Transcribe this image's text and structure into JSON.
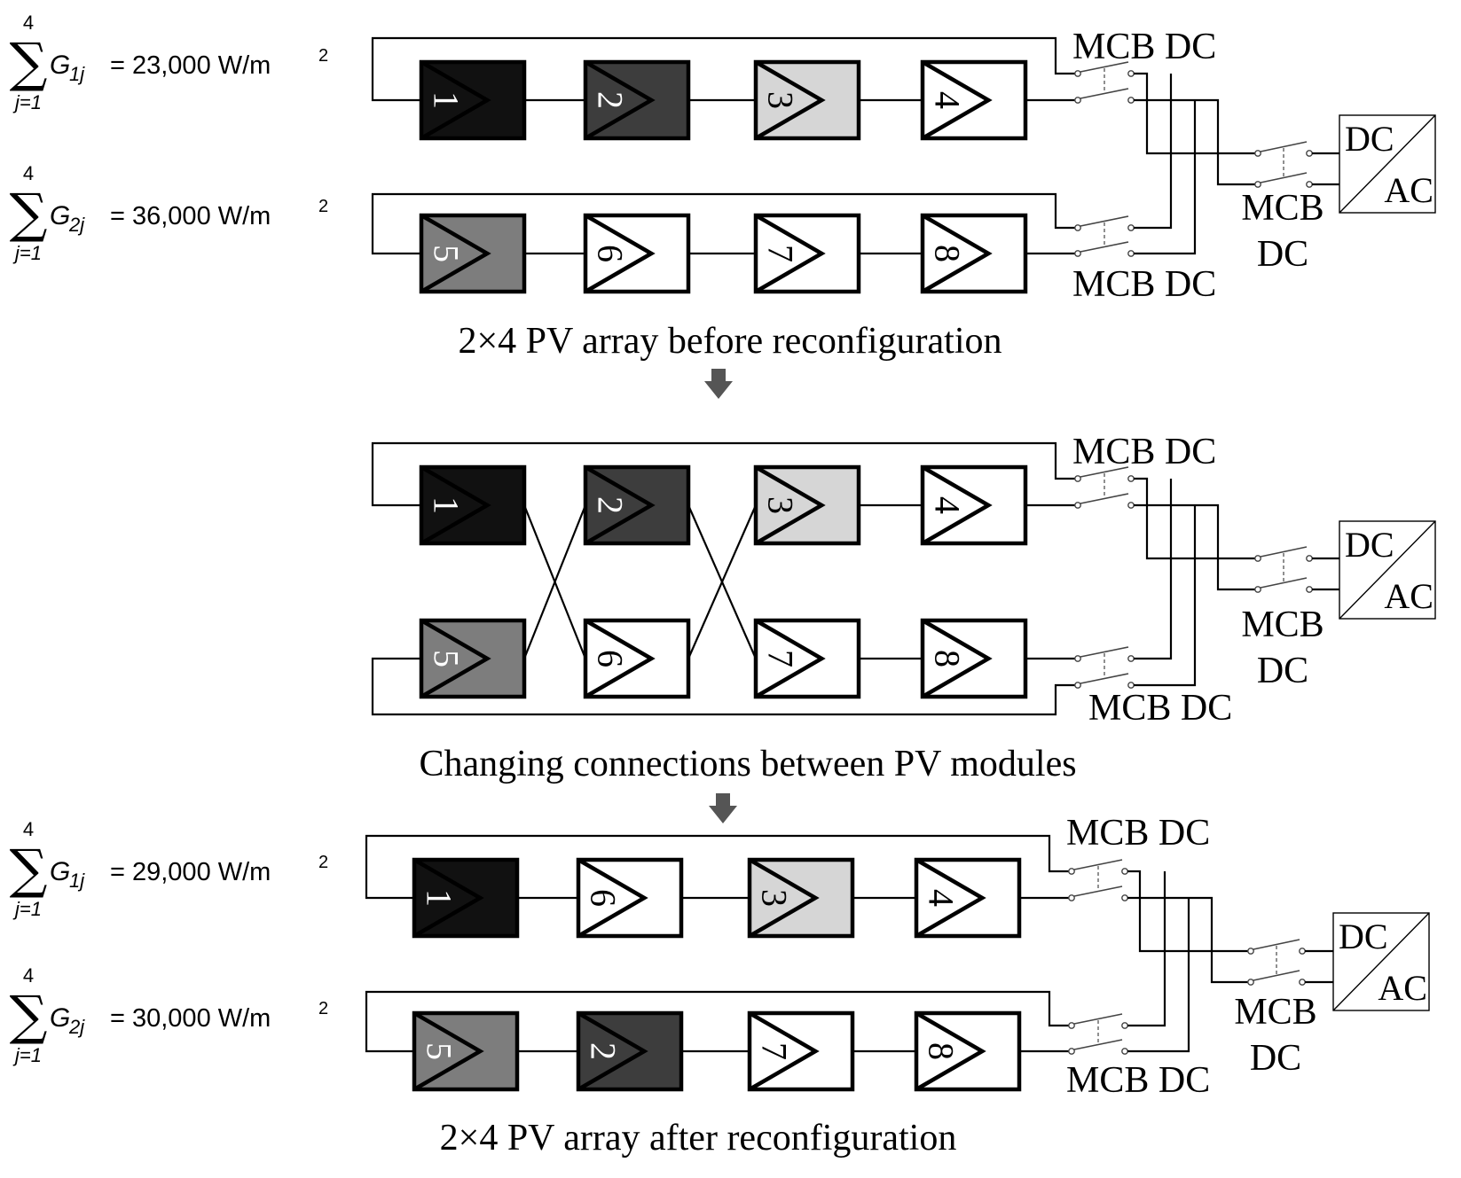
{
  "sections": [
    {
      "caption": "2×4 PV array before reconfiguration",
      "equations": [
        {
          "upper": "4",
          "lower": "j=1",
          "g_sub": "1j",
          "rhs": "= 23,000 W/m",
          "exp": "2"
        },
        {
          "upper": "4",
          "lower": "j=1",
          "g_sub": "2j",
          "rhs": "= 36,000 W/m",
          "exp": "2"
        }
      ],
      "rows": [
        [
          {
            "label": "1",
            "shade": "#111111"
          },
          {
            "label": "2",
            "shade": "#3d3d3d"
          },
          {
            "label": "3",
            "shade": "#d6d6d6"
          },
          {
            "label": "4",
            "shade": "#ffffff"
          }
        ],
        [
          {
            "label": "5",
            "shade": "#7d7d7d"
          },
          {
            "label": "6",
            "shade": "#ffffff"
          },
          {
            "label": "7",
            "shade": "#ffffff"
          },
          {
            "label": "8",
            "shade": "#ffffff"
          }
        ]
      ],
      "breaker_top": "MCB DC",
      "breaker_bottom": "MCB DC",
      "breaker_main": [
        "MCB",
        "DC"
      ],
      "inverter": {
        "top": "DC",
        "bottom": "AC"
      }
    },
    {
      "caption": "Changing connections between PV modules",
      "equations": [],
      "rows": [
        [
          {
            "label": "1",
            "shade": "#111111"
          },
          {
            "label": "2",
            "shade": "#3d3d3d"
          },
          {
            "label": "3",
            "shade": "#d6d6d6"
          },
          {
            "label": "4",
            "shade": "#ffffff"
          }
        ],
        [
          {
            "label": "5",
            "shade": "#7d7d7d"
          },
          {
            "label": "6",
            "shade": "#ffffff"
          },
          {
            "label": "7",
            "shade": "#ffffff"
          },
          {
            "label": "8",
            "shade": "#ffffff"
          }
        ]
      ],
      "breaker_top": "MCB DC",
      "breaker_bottom": "MCB DC",
      "breaker_main": [
        "MCB",
        "DC"
      ],
      "inverter": {
        "top": "DC",
        "bottom": "AC"
      }
    },
    {
      "caption": "2×4 PV array after reconfiguration",
      "equations": [
        {
          "upper": "4",
          "lower": "j=1",
          "g_sub": "1j",
          "rhs": "= 29,000 W/m",
          "exp": "2"
        },
        {
          "upper": "4",
          "lower": "j=1",
          "g_sub": "2j",
          "rhs": "= 30,000 W/m",
          "exp": "2"
        }
      ],
      "rows": [
        [
          {
            "label": "1",
            "shade": "#111111"
          },
          {
            "label": "6",
            "shade": "#ffffff"
          },
          {
            "label": "3",
            "shade": "#d6d6d6"
          },
          {
            "label": "4",
            "shade": "#ffffff"
          }
        ],
        [
          {
            "label": "5",
            "shade": "#7d7d7d"
          },
          {
            "label": "2",
            "shade": "#3d3d3d"
          },
          {
            "label": "7",
            "shade": "#ffffff"
          },
          {
            "label": "8",
            "shade": "#ffffff"
          }
        ]
      ],
      "breaker_top": "MCB DC",
      "breaker_bottom": "MCB DC",
      "breaker_main": [
        "MCB",
        "DC"
      ],
      "inverter": {
        "top": "DC",
        "bottom": "AC"
      }
    }
  ],
  "symbols": {
    "sigma": "∑",
    "variable": "G"
  },
  "colors": {
    "line": "#000000",
    "arrow": "#555555",
    "dark_text_on_light": "#000000",
    "light_text_on_dark": "#ffffff"
  }
}
